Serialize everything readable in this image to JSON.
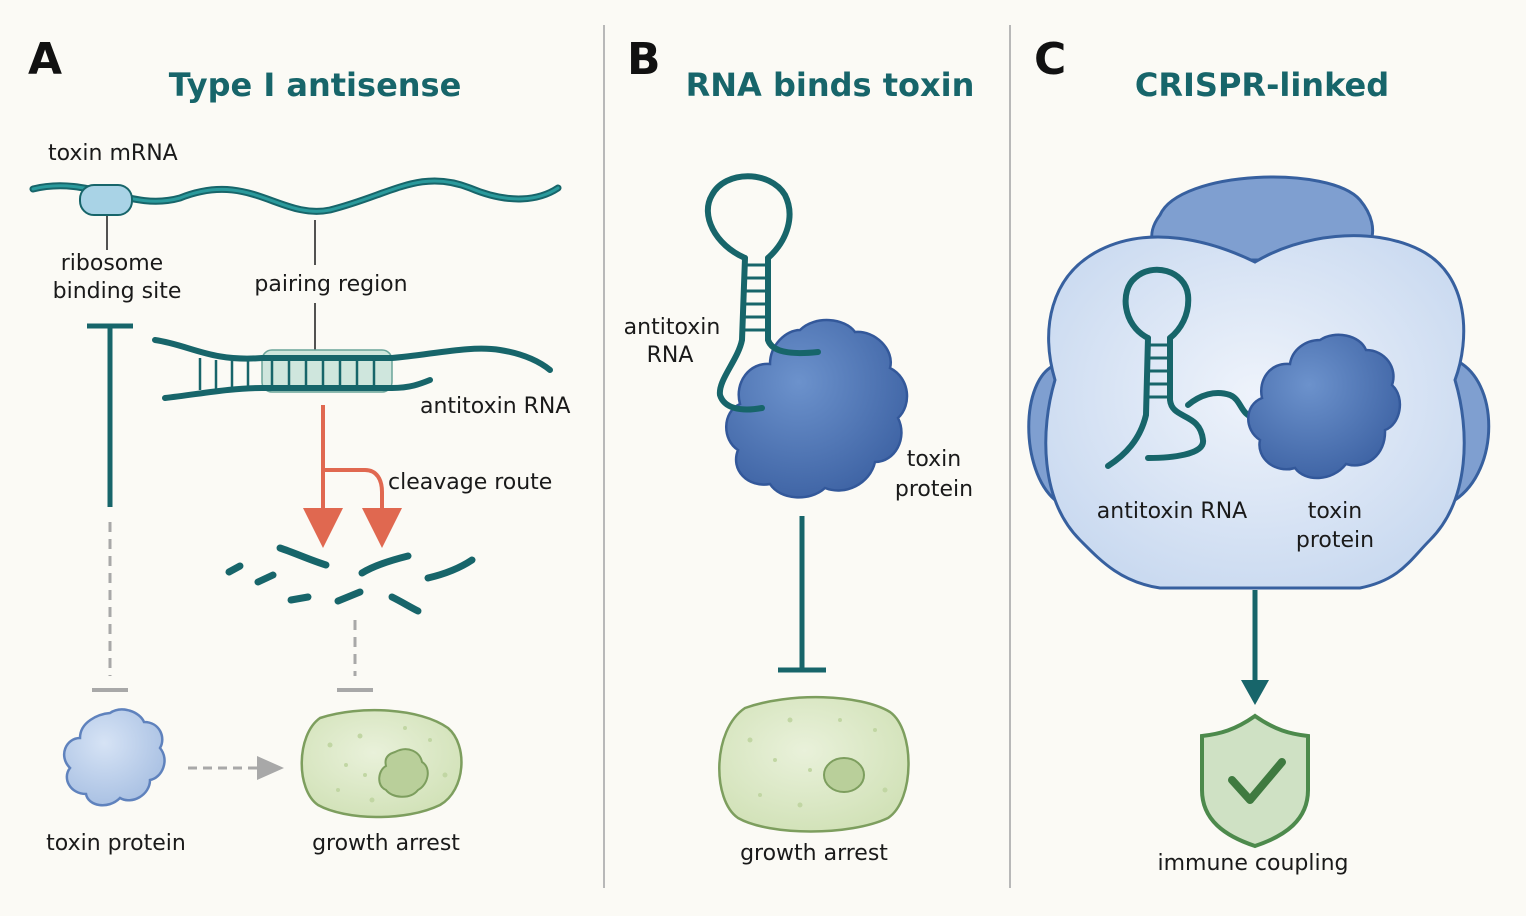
{
  "panels": [
    {
      "letter": "A",
      "title": "Type I antisense"
    },
    {
      "letter": "B",
      "title": "RNA binds toxin"
    },
    {
      "letter": "C",
      "title": "CRISPR-linked"
    }
  ],
  "panel_a": {
    "toxin_mrna": "toxin mRNA",
    "rbs_line1": "ribosome",
    "rbs_line2": "binding site",
    "pairing": "pairing region",
    "antitoxin": "antitoxin RNA",
    "cleavage": "cleavage route",
    "toxin_protein": "toxin protein",
    "growth": "growth arrest"
  },
  "panel_b": {
    "antitoxin_line1": "antitoxin",
    "antitoxin_line2": "RNA",
    "toxin_line1": "toxin",
    "toxin_line2": "protein",
    "growth": "growth arrest"
  },
  "panel_c": {
    "antitoxin": "antitoxin RNA",
    "toxin_line1": "toxin",
    "toxin_line2": "protein",
    "immune": "immune coupling"
  },
  "colors": {
    "teal": "#17656a",
    "rna": "#1c8488",
    "protein": "#4a72b0",
    "red": "#e06850",
    "cell": "#dde9c8",
    "shield": "#5e9a5c"
  }
}
